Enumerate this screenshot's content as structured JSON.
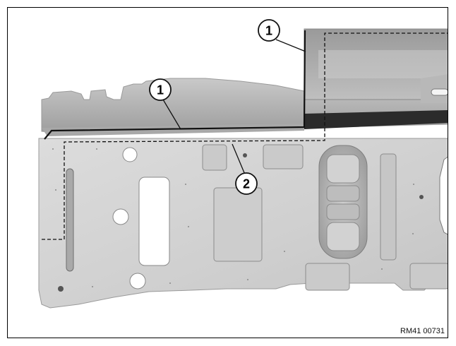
{
  "figure": {
    "reference_code": "RM41 00731",
    "callouts": [
      {
        "number": "1",
        "meaning": "solid-seam"
      },
      {
        "number": "1",
        "meaning": "solid-seam"
      },
      {
        "number": "2",
        "meaning": "dashed-outline"
      }
    ],
    "colors": {
      "panel_light": "#d9d9d9",
      "panel_mid": "#bdbdbd",
      "panel_dark": "#8f8f8f",
      "seam": "#111111",
      "frame": "#000000"
    }
  }
}
